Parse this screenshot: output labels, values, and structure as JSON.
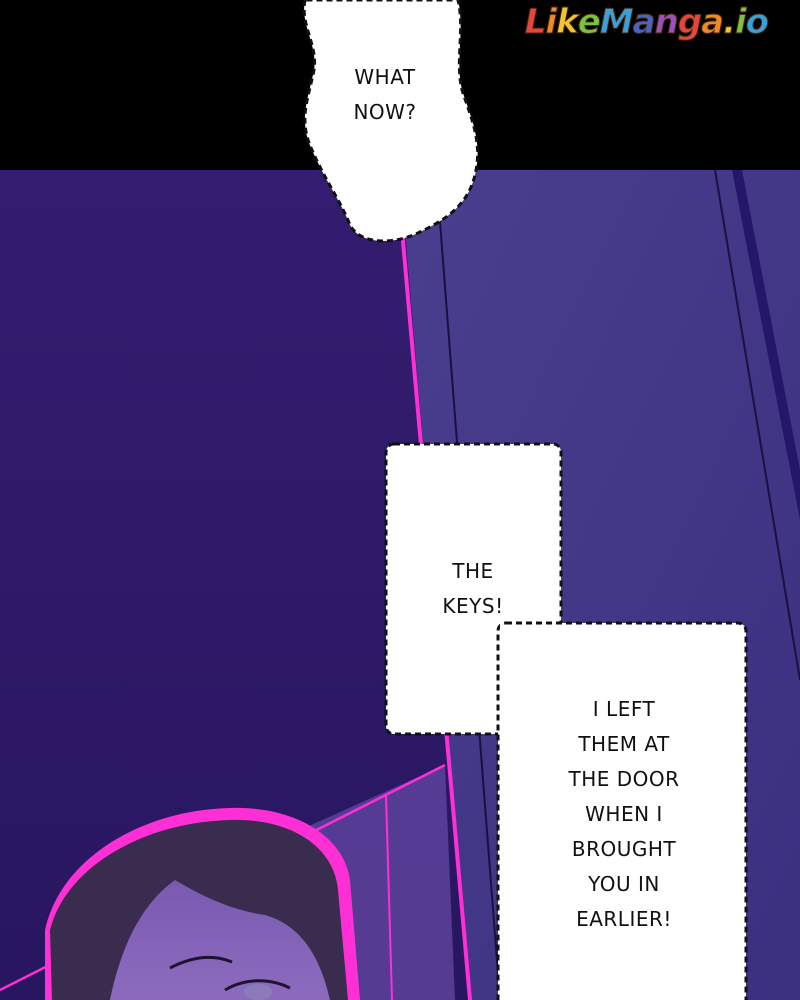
{
  "watermark": {
    "text": "LikeManga.io",
    "colors": [
      "#e8463c",
      "#f08a24",
      "#f4c430",
      "#7cc242",
      "#3aa0d8",
      "#4b63c4",
      "#9b4fc2",
      "#e8463c",
      "#f08a24",
      "#f4c430",
      "#7cc242",
      "#3aa0d8"
    ]
  },
  "bubbles": {
    "top": {
      "lines": [
        "WHAT",
        "NOW?"
      ]
    },
    "middle": {
      "lines": [
        "THE",
        "KEYS!"
      ]
    },
    "bottom": {
      "lines": [
        "I LEFT",
        "THEM AT",
        "THE DOOR",
        "WHEN I",
        "BROUGHT",
        "YOU IN",
        "EARLIER!"
      ]
    }
  },
  "colors": {
    "black_band": "#000000",
    "left_wall": "#2e1a66",
    "right_wall": "#45398a",
    "neon": "#ff2fd6",
    "bubble_fill": "#ffffff",
    "bubble_border": "#111111"
  }
}
